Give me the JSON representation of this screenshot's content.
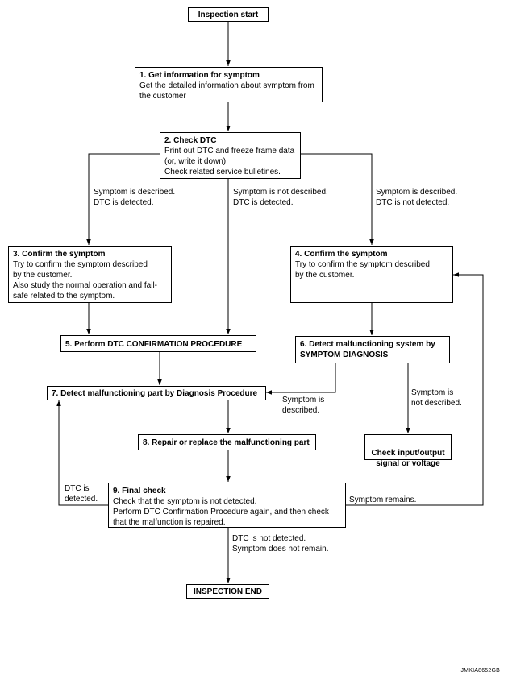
{
  "nodes": {
    "start": {
      "title": "Inspection start"
    },
    "step1": {
      "title": "1. Get information for symptom",
      "body": "Get the detailed information about symptom from\nthe customer"
    },
    "step2": {
      "title": "2. Check DTC",
      "body": "Print out DTC and freeze frame data\n(or, write it down).\nCheck related service bulletines."
    },
    "step3": {
      "title": "3. Confirm the symptom",
      "body": "Try to confirm the symptom described\nby the customer.\nAlso study the normal operation and fail-\nsafe related to the symptom."
    },
    "step4": {
      "title": "4. Confirm the symptom",
      "body": "Try to confirm the symptom described\nby the customer."
    },
    "step5": {
      "title": "5. Perform DTC CONFIRMATION PROCEDURE"
    },
    "step6": {
      "title": "6. Detect malfunctioning system by\nSYMPTOM DIAGNOSIS"
    },
    "step7": {
      "title": "7. Detect malfunctioning part by Diagnosis Procedure"
    },
    "step8": {
      "title": "8. Repair or replace the malfunctioning part"
    },
    "check_io": {
      "title": "Check input/output\nsignal or voltage"
    },
    "step9": {
      "title": "9. Final check",
      "body": "Check that the symptom is not detected.\nPerform DTC Confirmation Procedure again, and then check\nthat the malfunction is repaired."
    },
    "end": {
      "title": "INSPECTION END"
    }
  },
  "labels": {
    "described_detected": "Symptom is described.\nDTC is detected.",
    "not_described_detected": "Symptom is not described.\nDTC is detected.",
    "described_not_detected": "Symptom is described.\nDTC is not detected.",
    "symptom_described": "Symptom is\ndescribed.",
    "symptom_not_described": "Symptom is\nnot described.",
    "dtc_detected": "DTC is\ndetected.",
    "symptom_remains": "Symptom remains.",
    "dtc_not_detected": "DTC is not detected.\nSymptom does not remain."
  },
  "figure_code": "JMKIA8652GB"
}
